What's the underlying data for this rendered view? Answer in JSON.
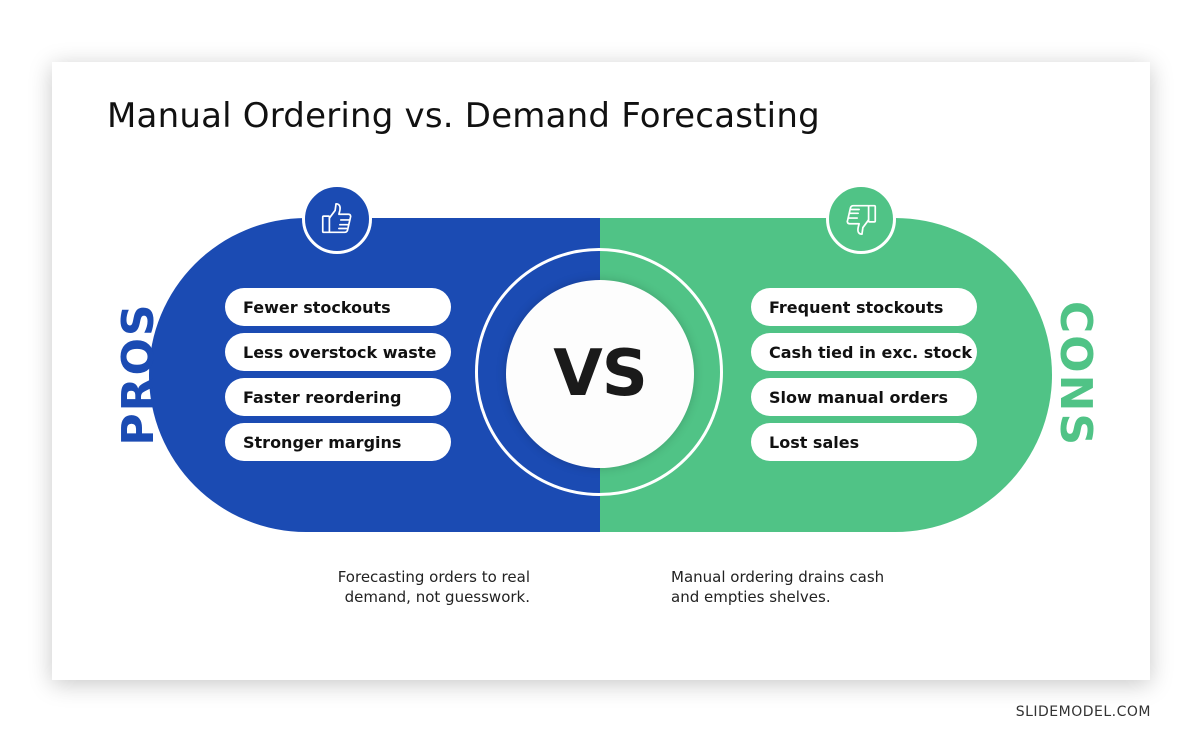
{
  "title": "Manual Ordering vs. Demand Forecasting",
  "vs_label": "VS",
  "pros": {
    "label": "PROS",
    "color": "#1b4bb3",
    "icon": "thumbs-up-icon",
    "items": [
      "Fewer stockouts",
      "Less overstock waste",
      "Faster reordering",
      "Stronger margins"
    ],
    "caption_line1": "Forecasting orders to real",
    "caption_line2": "demand, not guesswork."
  },
  "cons": {
    "label": "CONS",
    "color": "#50c386",
    "icon": "thumbs-down-icon",
    "items": [
      "Frequent stockouts",
      "Cash tied in exc. stock",
      "Slow manual orders",
      "Lost sales"
    ],
    "caption_line1": "Manual ordering drains cash",
    "caption_line2": "and empties shelves."
  },
  "brand": "SLIDEMODEL.COM"
}
